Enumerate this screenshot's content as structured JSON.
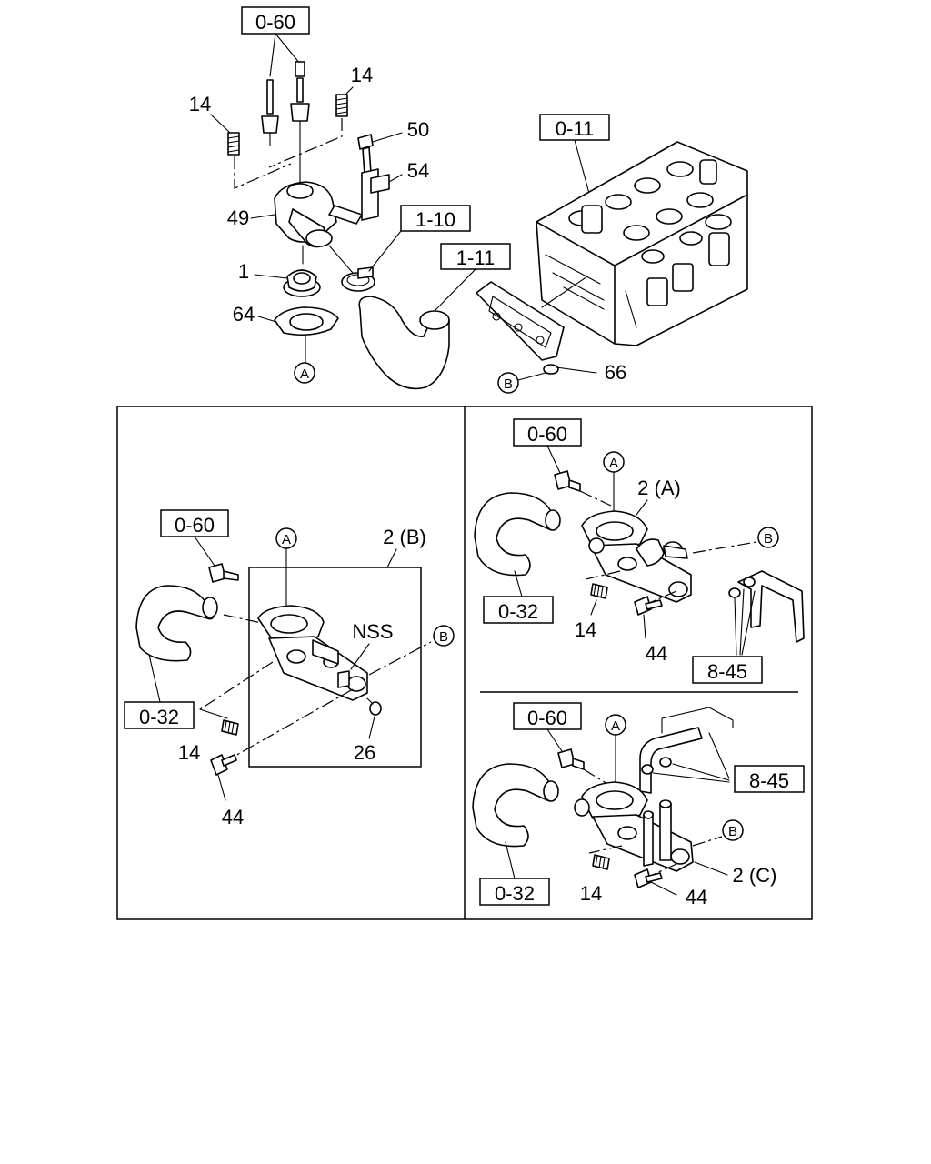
{
  "figure": {
    "top": {
      "ref_0_60": "0-60",
      "ref_0_11": "0-11",
      "ref_1_10": "1-10",
      "ref_1_11": "1-11",
      "num_14_left": "14",
      "num_14_right": "14",
      "num_50": "50",
      "num_54": "54",
      "num_49": "49",
      "num_1": "1",
      "num_64": "64",
      "num_66": "66",
      "circle_a": "A",
      "circle_b": "B"
    },
    "panel_left": {
      "ref_0_60": "0-60",
      "ref_0_32": "0-32",
      "variant": "2 (B)",
      "nss": "NSS",
      "num_14": "14",
      "num_44": "44",
      "num_26": "26",
      "circle_a": "A",
      "circle_b": "B"
    },
    "panel_right_top": {
      "ref_0_60": "0-60",
      "ref_0_32": "0-32",
      "ref_8_45": "8-45",
      "variant": "2 (A)",
      "num_14": "14",
      "num_44": "44",
      "circle_a": "A",
      "circle_b": "B"
    },
    "panel_right_bottom": {
      "ref_0_60": "0-60",
      "ref_0_32": "0-32",
      "ref_8_45": "8-45",
      "variant": "2 (C)",
      "num_14": "14",
      "num_44": "44",
      "circle_a": "A",
      "circle_b": "B"
    }
  }
}
